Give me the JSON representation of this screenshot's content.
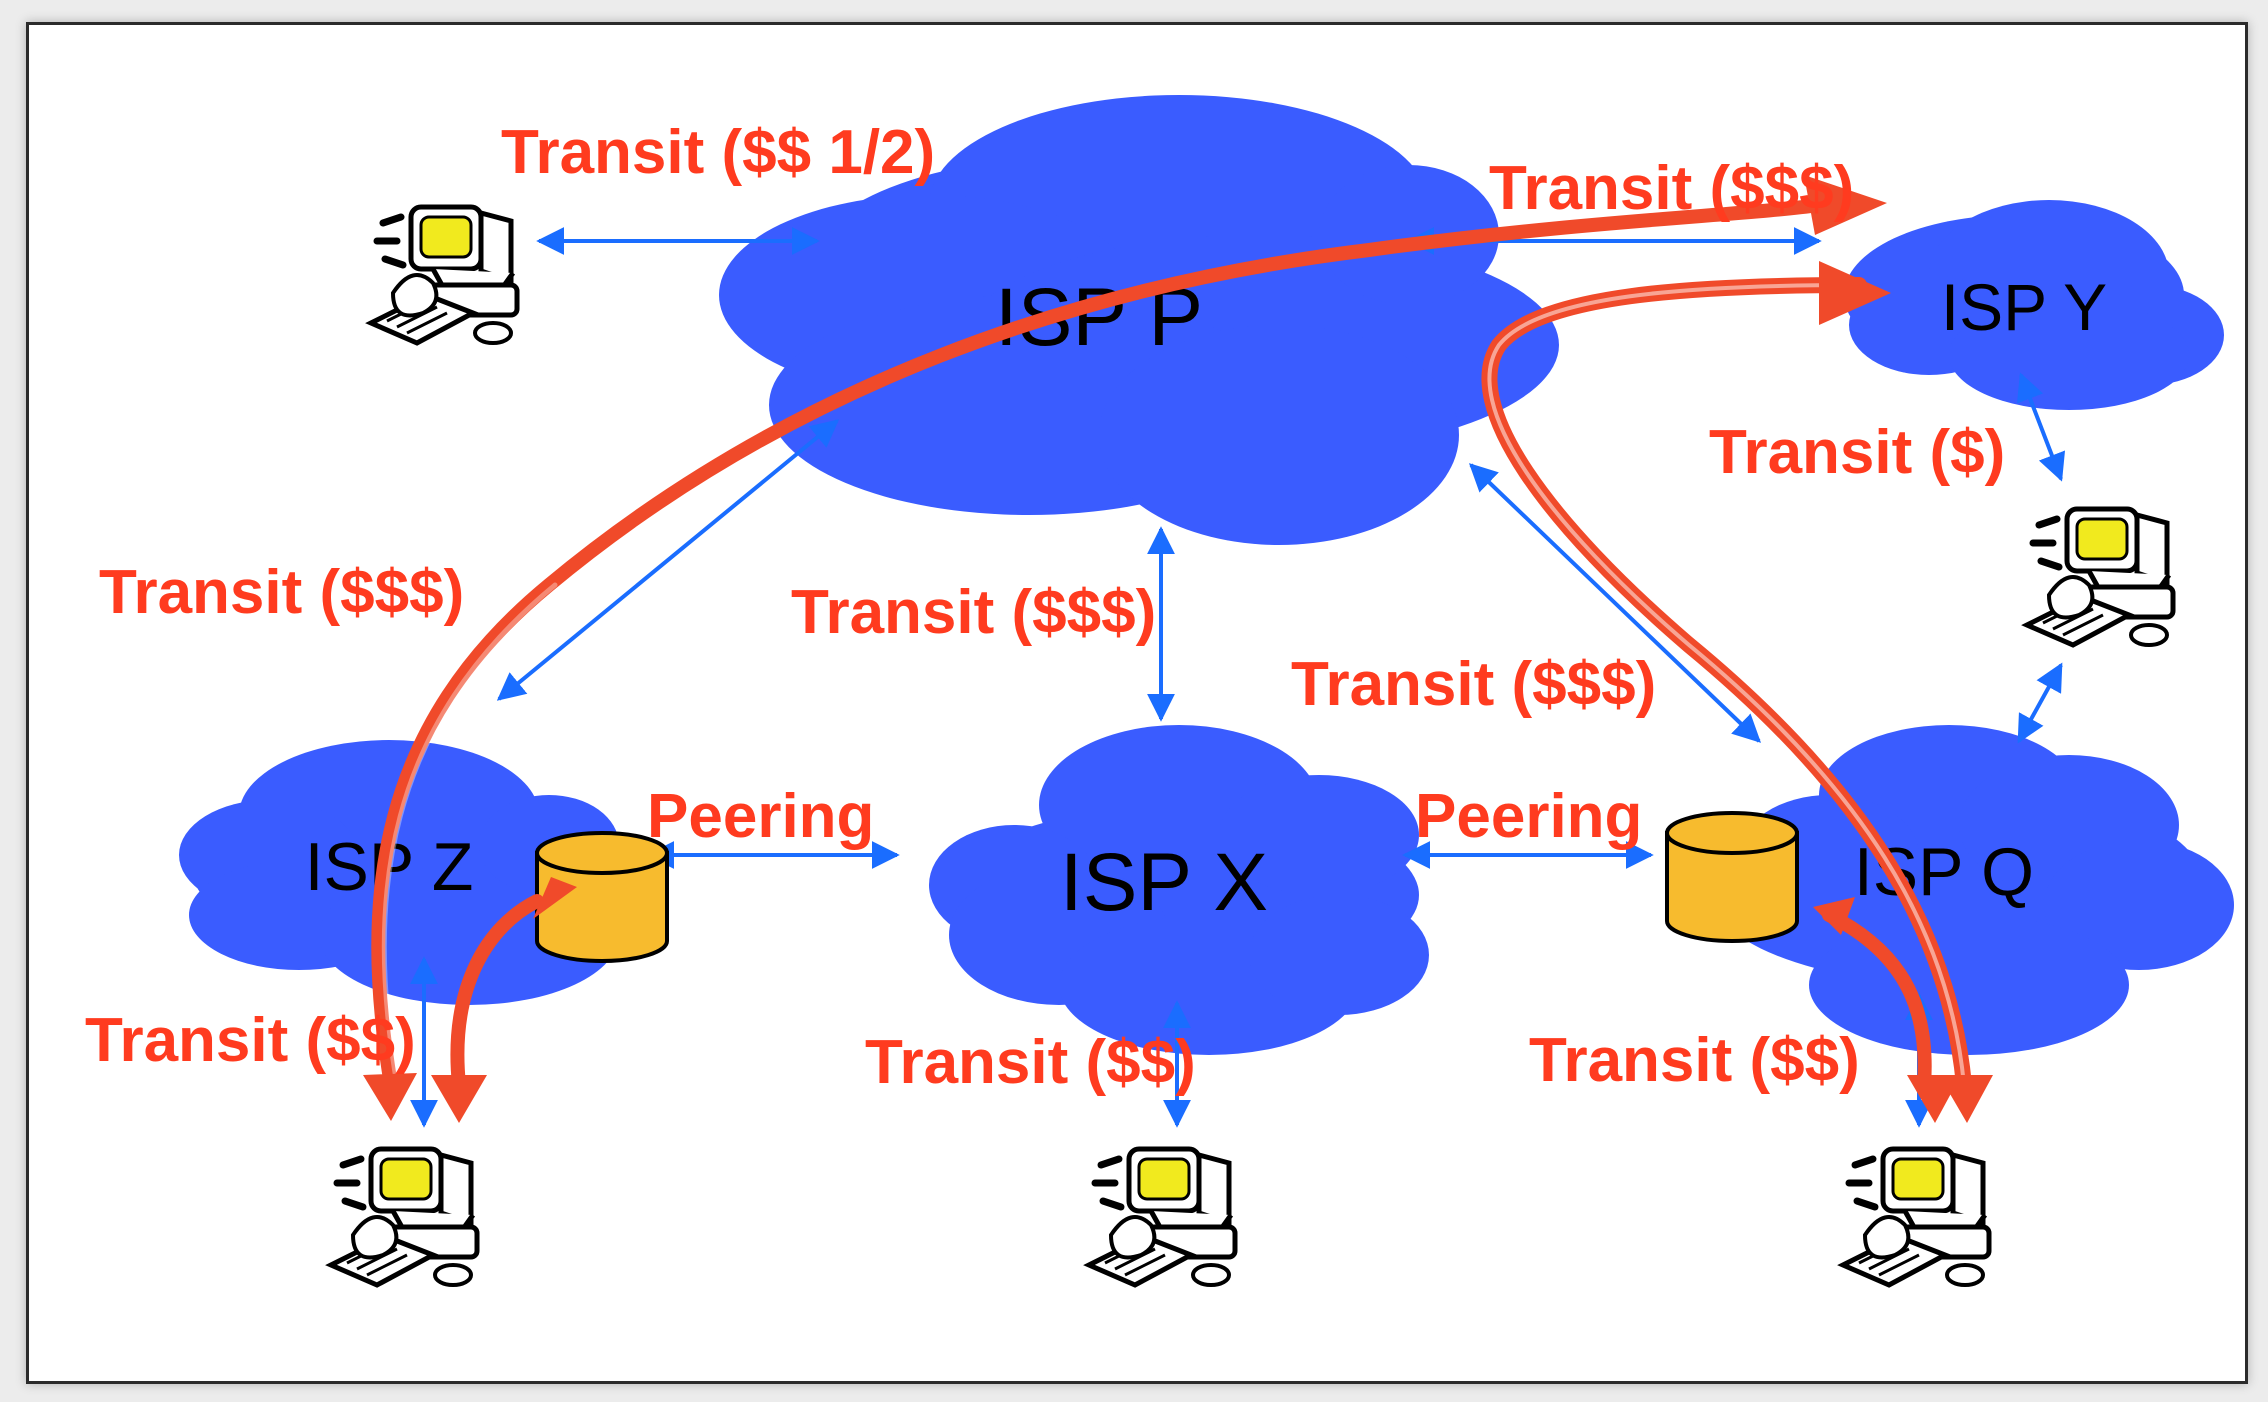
{
  "isps": {
    "p": "ISP P",
    "y": "ISP Y",
    "z": "ISP Z",
    "x": "ISP X",
    "q": "ISP Q"
  },
  "links": {
    "user1_p": "Transit ($$ 1/2)",
    "p_y": "Transit ($$$)",
    "y_user2": "Transit ($)",
    "z_p": "Transit ($$$)",
    "x_p": "Transit ($$$)",
    "q_p": "Transit ($$$)",
    "z_x": "Peering",
    "x_q": "Peering",
    "z_user": "Transit ($$)",
    "x_user": "Transit ($$)",
    "q_user": "Transit ($$)"
  },
  "colors": {
    "cloud": "#3a5cff",
    "link": "#1a6dff",
    "traffic": "#f04a2a",
    "label": "#ff3b1f",
    "cache": "#f7bb2e"
  }
}
